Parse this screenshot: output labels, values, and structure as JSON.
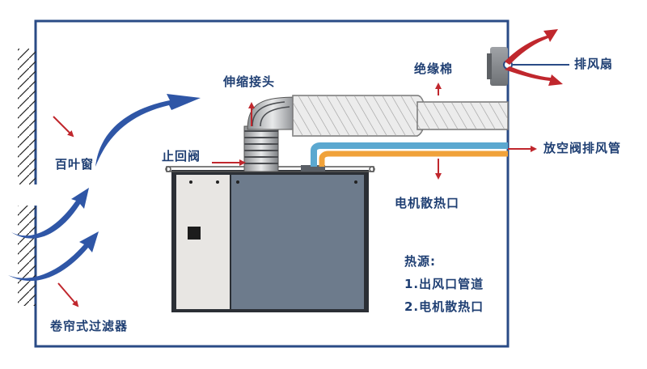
{
  "labels": {
    "expansion_joint": "伸缩接头",
    "insulation": "绝缘棉",
    "exhaust_fan": "排风扇",
    "louver": "百叶窗",
    "check_valve": "止回阀",
    "vent_valve_exhaust": "放空阀排风管",
    "motor_vent": "电机散热口",
    "roll_filter": "卷帘式过滤器"
  },
  "heat_sources": {
    "title": "热源:",
    "items": [
      "1.出风口管道",
      "2.电机散热口"
    ]
  },
  "colors": {
    "wall": "#2a4b86",
    "label_text": "#1f3f73",
    "red_arrow": "#c0272d",
    "blue_arrow": "#2f56a6",
    "machine_dark": "#6d7b8c",
    "machine_light": "#e8e6e3",
    "pipe_orange": "#f0a23a",
    "pipe_blue": "#5ba8d0"
  },
  "icons": [
    "exhaust-fan-icon",
    "louver-hatch",
    "airflow-arrow-icon"
  ]
}
